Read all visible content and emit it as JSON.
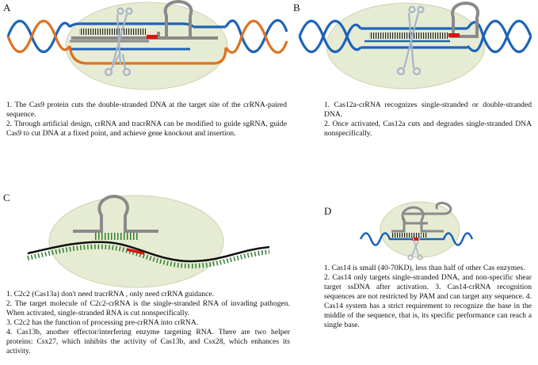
{
  "panels": {
    "a": {
      "letter": "A",
      "captions": [
        "1. The Cas9 protein cuts the double-stranded DNA at the target site of the crRNA-paired sequence.",
        "2. Through artificial design, crRNA and tracrRNA can be modified to guide sgRNA, guide Cas9 to cut DNA at a fixed point, and achieve gene knockout and insertion."
      ]
    },
    "b": {
      "letter": "B",
      "captions": [
        "1. Cas12a-crRNA recognizes single-stranded or double-stranded DNA.",
        "2. Once activated, Cas12a cuts and degrades single-stranded DNA nonspecifically."
      ]
    },
    "c": {
      "letter": "C",
      "captions": [
        "1. C2c2 (Cas13a) don't need tracrRNA , only need crRNA guidance.",
        "2. The target molecule of C2c2-crRNA is the single-stranded RNA of invading pathogen. When activated, single-stranded RNA is cut nonspecifically.",
        "3. C2c2 has the function of processing pre-crRNA into crRNA.",
        "4. Cas13b, another effector/interfering enzyme targeting RNA. There are two helper proteins: Csx27, which inhibits the activity of Cas13b, and Csx28, which enhances its activity."
      ]
    },
    "d": {
      "letter": "D",
      "captions": [
        "1. Cas14 is small (40-70KD), less than half of other Cas enzymes.",
        "2. Cas14 only targets single-stranded DNA, and non-specific shear target ssDNA after activation. 3. Cas14-crRNA recognition sequences are not restricted by PAM and can target any sequence. 4. Cas14 system has a strict requirement to recognize the base in the middle of the sequence, that is, its specific performance can reach a single base."
      ]
    }
  },
  "colors": {
    "protein": "#e6ecd3",
    "protein_edge": "#c9d2ad",
    "dna_blue": "#1d63b8",
    "dna_orange": "#e0701f",
    "rna_grey": "#8a8a8a",
    "pam_red": "#e01010",
    "rna_green": "#2e7d2e",
    "scissors": "#a8b4c8"
  }
}
